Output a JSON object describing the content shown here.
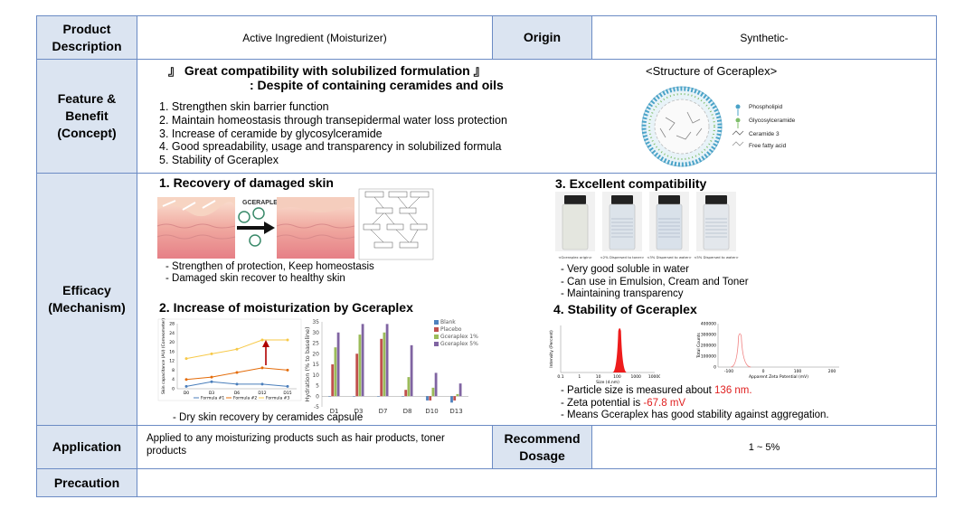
{
  "product_description": {
    "label": "Product\nDescription",
    "value": "Active Ingredient (Moisturizer)"
  },
  "origin": {
    "label": "Origin",
    "value": "Synthetic-"
  },
  "feature": {
    "label": "Feature &\nBenefit\n(Concept)",
    "headline1": "』 Great compatibility with solubilized formulation 』",
    "headline2": ": Despite of containing ceramides and oils",
    "items": [
      "1. Strengthen skin barrier function",
      "2. Maintain homeostasis through transepidermal water loss protection",
      "3. Increase of ceramide by glycosylceramide",
      "4. Good spreadability, usage and transparency in solubilized formula",
      "5. Stability of Gceraplex"
    ],
    "structure_title": "<Structure  of  Gceraplex>",
    "structure_legend": [
      "Phospholipid",
      "Glycosylceramide",
      "Ceramide 3",
      "Free fatty acid"
    ]
  },
  "efficacy": {
    "label": "Efficacy\n(Mechanism)",
    "s1": {
      "title": "1. Recovery of damaged skin",
      "brand": "GCERAPLEX",
      "bullets": [
        "- Strengthen  of protection, Keep homeostasis",
        "- Damaged skin recover to healthy skin"
      ]
    },
    "s2": {
      "title": "2. Increase of moisturization by Gceraplex",
      "bullets": [
        "- Dry skin recovery by ceramides capsule"
      ]
    },
    "s3": {
      "title": "3. Excellent compatibility",
      "vial_labels": [
        "<Gceraplex origin>",
        "<2% Dispersed to toner>",
        "<3% Dispersed to water>",
        "<5% Dispersed to water>"
      ],
      "bullets": [
        "- Very good soluble in water",
        "- Can use in Emulsion, Cream and Toner",
        "- Maintaining transparency"
      ]
    },
    "s4": {
      "title": "4. Stability of Gceraplex",
      "bullet1_pre": "- Particle size is measured about ",
      "bullet1_val": "136 nm.",
      "bullet2_pre": "- Zeta  potential is ",
      "bullet2_val": "-67.8 mV",
      "bullet3": "- Means Gceraplex has good stability against aggregation."
    }
  },
  "application": {
    "label": "Application",
    "value": "Applied to  any moisturizing products such as hair products, toner products"
  },
  "recommend": {
    "label": "Recommend\nDosage",
    "value": "1 ~ 5%"
  },
  "precaution": {
    "label": "Precaution",
    "value": ""
  },
  "chart_data": [
    {
      "type": "line",
      "x": [
        "D0",
        "D3",
        "D6",
        "D12",
        "D15"
      ],
      "ylabel": "Skin capacitance (AU) (Corneometer)",
      "ylim": [
        0,
        28
      ],
      "series": [
        {
          "name": "Formula #1",
          "color": "#4a7ebb",
          "values": [
            1,
            3,
            2,
            2,
            1
          ]
        },
        {
          "name": "Formula #2",
          "color": "#e46c0a",
          "values": [
            4,
            5,
            7,
            9,
            8
          ]
        },
        {
          "name": "Formula #3",
          "color": "#f7c948",
          "values": [
            13,
            15,
            17,
            21,
            21
          ]
        }
      ]
    },
    {
      "type": "bar",
      "categories": [
        "D1",
        "D3",
        "D7",
        "D8",
        "D10",
        "D13"
      ],
      "ylabel": "Hydration (% to baseline)",
      "ylim": [
        -5,
        35
      ],
      "series": [
        {
          "name": "Blank",
          "color": "#4f81bd",
          "values": [
            0,
            0,
            0,
            0,
            -2,
            -3
          ]
        },
        {
          "name": "Placebo",
          "color": "#c0504d",
          "values": [
            15,
            20,
            27,
            3,
            -2,
            -2
          ]
        },
        {
          "name": "Gceraplex 1%",
          "color": "#9bbb59",
          "values": [
            23,
            29,
            30,
            9,
            4,
            1
          ]
        },
        {
          "name": "Gceraplex 5%",
          "color": "#8064a2",
          "values": [
            30,
            34,
            34,
            24,
            11,
            6
          ]
        }
      ]
    },
    {
      "type": "line",
      "x_label": "Size (d.nm)",
      "y_label": "Intensity (Percent)",
      "x_ticks": [
        "0.1",
        "1",
        "10",
        "100",
        "1000",
        "10000"
      ],
      "peak": 136
    },
    {
      "type": "line",
      "x_label": "Apparent Zeta Potential (mV)",
      "y_label": "Total Counts",
      "x_ticks": [
        "-100",
        "0",
        "100",
        "200"
      ],
      "y_ticks": [
        "400000",
        "300000",
        "200000",
        "100000",
        "0"
      ],
      "peak": -67.8
    }
  ]
}
